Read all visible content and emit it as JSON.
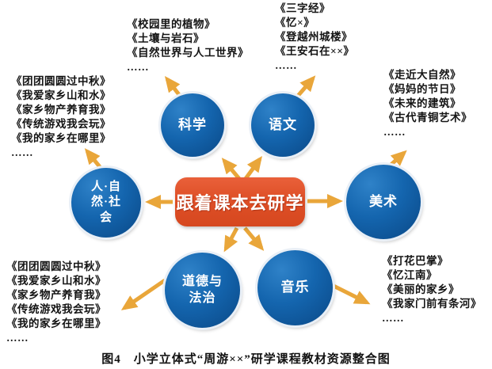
{
  "center": {
    "label": "跟着课本去研学"
  },
  "subjects": [
    {
      "id": "science",
      "label": "科学",
      "books": [
        "《校园里的植物》",
        "《土壤与岩石》",
        "《自然世界与人工世界》",
        "……"
      ]
    },
    {
      "id": "chinese",
      "label": "语文",
      "books": [
        "《三字经》",
        "《忆×》",
        "《登越州城楼》",
        "《王安石在××》",
        "……"
      ]
    },
    {
      "id": "art",
      "label": "美术",
      "books": [
        "《走近大自然》",
        "《妈妈的节日》",
        "《未来的建筑》",
        "《古代青铜艺术》",
        "……"
      ]
    },
    {
      "id": "nature-society",
      "label": "人·自\n然·社\n会",
      "books": [
        "《团团圆圆过中秋》",
        "《我爱家乡山和水》",
        "《家乡物产养育我》",
        "《传统游戏我会玩》",
        "《我的家乡在哪里》",
        "……"
      ]
    },
    {
      "id": "morality-law",
      "label": "道德与\n法治",
      "books": [
        "《团团圆圆过中秋》",
        "《我爱家乡山和水》",
        "《家乡物产养育我》",
        "《传统游戏我会玩》",
        "《我的家乡在哪里》",
        "……"
      ]
    },
    {
      "id": "music",
      "label": "音乐",
      "books": [
        "《打花巴掌》",
        "《忆江南》",
        "《美丽的家乡》",
        "《我家门前有条河》",
        "……"
      ]
    }
  ],
  "caption": "图4　小学立体式“周游××”研学课程教材资源整合图",
  "colors": {
    "circle_blue": "#0f5ba6",
    "center_box_red": "#de4f27",
    "arrow_gold": "#e9a63a",
    "book_text": "#141414"
  }
}
